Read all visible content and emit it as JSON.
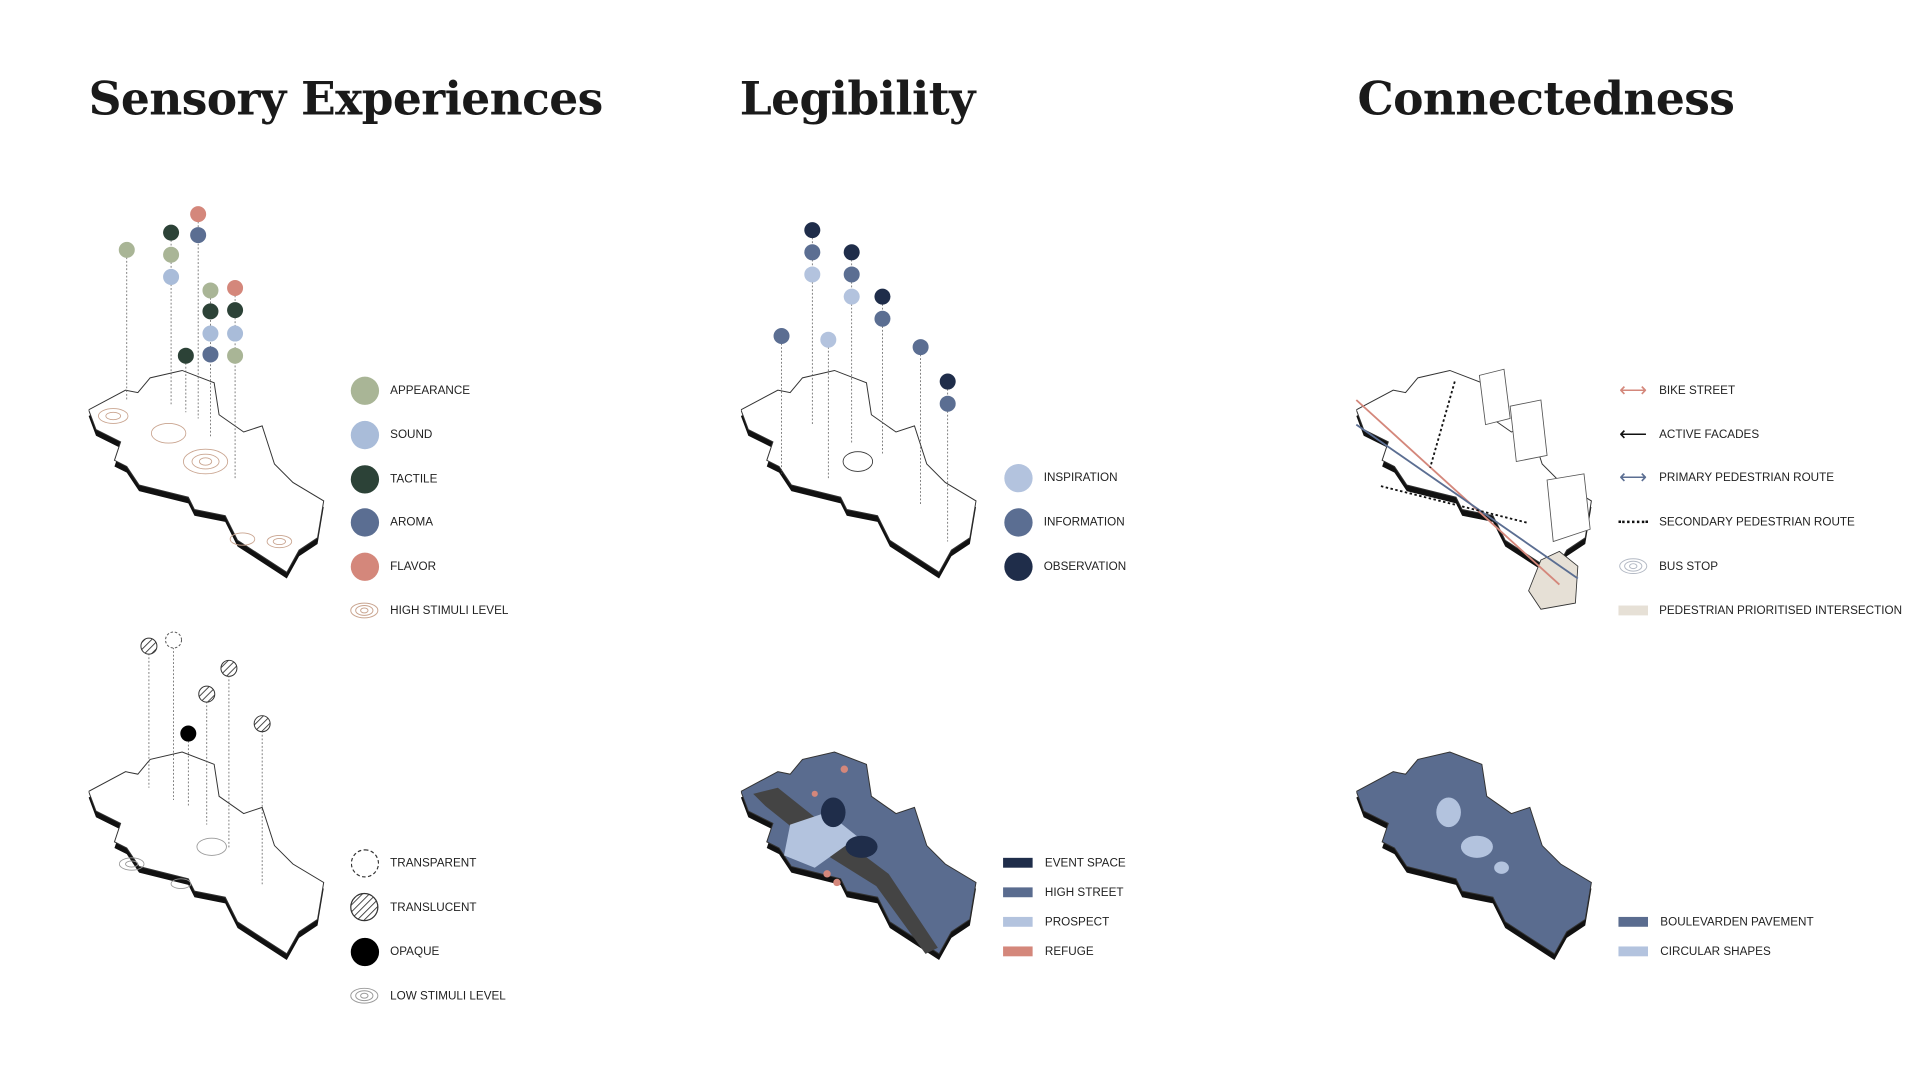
{
  "titles": {
    "sensory": "Sensory Experiences",
    "legibility": "Legibility",
    "connectedness": "Connectedness"
  },
  "colors": {
    "appearance": "#a9b596",
    "sound": "#a9bcd9",
    "tactile": "#2c4237",
    "aroma": "#5b6e92",
    "flavor": "#d4877b",
    "inspiration": "#b3c3de",
    "information": "#5b6e92",
    "observation": "#1f2d4a",
    "event_space": "#1f2d4a",
    "high_street": "#5a6c8f",
    "prospect": "#b3c3de",
    "refuge": "#d4877b",
    "bike_street": "#d4877b",
    "active_facades": "#111111",
    "primary_route": "#5b6e92",
    "intersection": "#e6e0d6",
    "boulevard": "#5a6c8f",
    "circular": "#b3c3de"
  },
  "sensory_legend": [
    "APPEARANCE",
    "SOUND",
    "TACTILE",
    "AROMA",
    "FLAVOR",
    "HIGH STIMULI LEVEL"
  ],
  "material_legend": [
    "TRANSPARENT",
    "TRANSLUCENT",
    "OPAQUE",
    "LOW STIMULI LEVEL"
  ],
  "legibility_legend": [
    "INSPIRATION",
    "INFORMATION",
    "OBSERVATION"
  ],
  "space_legend": [
    "EVENT SPACE",
    "HIGH STREET",
    "PROSPECT",
    "REFUGE"
  ],
  "connect_legend": [
    "BIKE STREET",
    "ACTIVE FACADES",
    "PRIMARY PEDESTRIAN ROUTE",
    "SECONDARY PEDESTRIAN ROUTE",
    "BUS STOP",
    "PEDESTRIAN PRIORITISED INTERSECTION"
  ],
  "pavement_legend": [
    "BOULEVARDEN PAVEMENT",
    "CIRCULAR SHAPES"
  ]
}
